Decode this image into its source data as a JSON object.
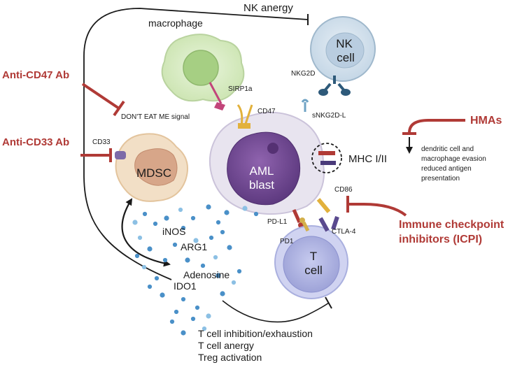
{
  "labels": {
    "nk_anergy": "NK anergy",
    "macrophage": "macrophage",
    "nk_cell_line1": "NK",
    "nk_cell_line2": "cell",
    "nkg2d": "NKG2D",
    "snkg2d_l": "sNKG2D-L",
    "sirp1a": "SIRP1a",
    "cd47": "CD47",
    "dont_eat_me": "DON'T EAT ME signal",
    "cd33": "CD33",
    "mdsc": "MDSC",
    "aml_line1": "AML",
    "aml_line2": "blast",
    "mhc": "MHC I/II",
    "cd86": "CD86",
    "pd_l1": "PD-L1",
    "ctla4": "CTLA-4",
    "pd1": "PD1",
    "t_cell_line1": "T",
    "t_cell_line2": "cell",
    "inos": "iNOS",
    "arg1": "ARG1",
    "adenosine": "Adenosine",
    "ido1": "IDO1",
    "outcome_1": "T cell inhibition/exhaustion",
    "outcome_2": "T cell anergy",
    "outcome_3": "Treg activation",
    "hma_effect_1": "dendritic cell and",
    "hma_effect_2": "macrophage evasion",
    "hma_effect_3": "reduced antigen",
    "hma_effect_4": "presentation"
  },
  "drugs": {
    "anti_cd47": "Anti-CD47 Ab",
    "anti_cd33": "Anti-CD33 Ab",
    "hmas": "HMAs",
    "icpi_line1": "Immune checkpoint",
    "icpi_line2": "inhibitors (ICPI)"
  },
  "colors": {
    "inhibitor_red": "#b03a36",
    "macrophage_fill": "#dcefc9",
    "nk_fill": "#d9e6f0",
    "mdsc_fill": "#f1d9be",
    "aml_nucleus": "#7b4e9b",
    "t_cell_fill": "#b9bde6",
    "molecule_dot": "#4a90c8"
  }
}
